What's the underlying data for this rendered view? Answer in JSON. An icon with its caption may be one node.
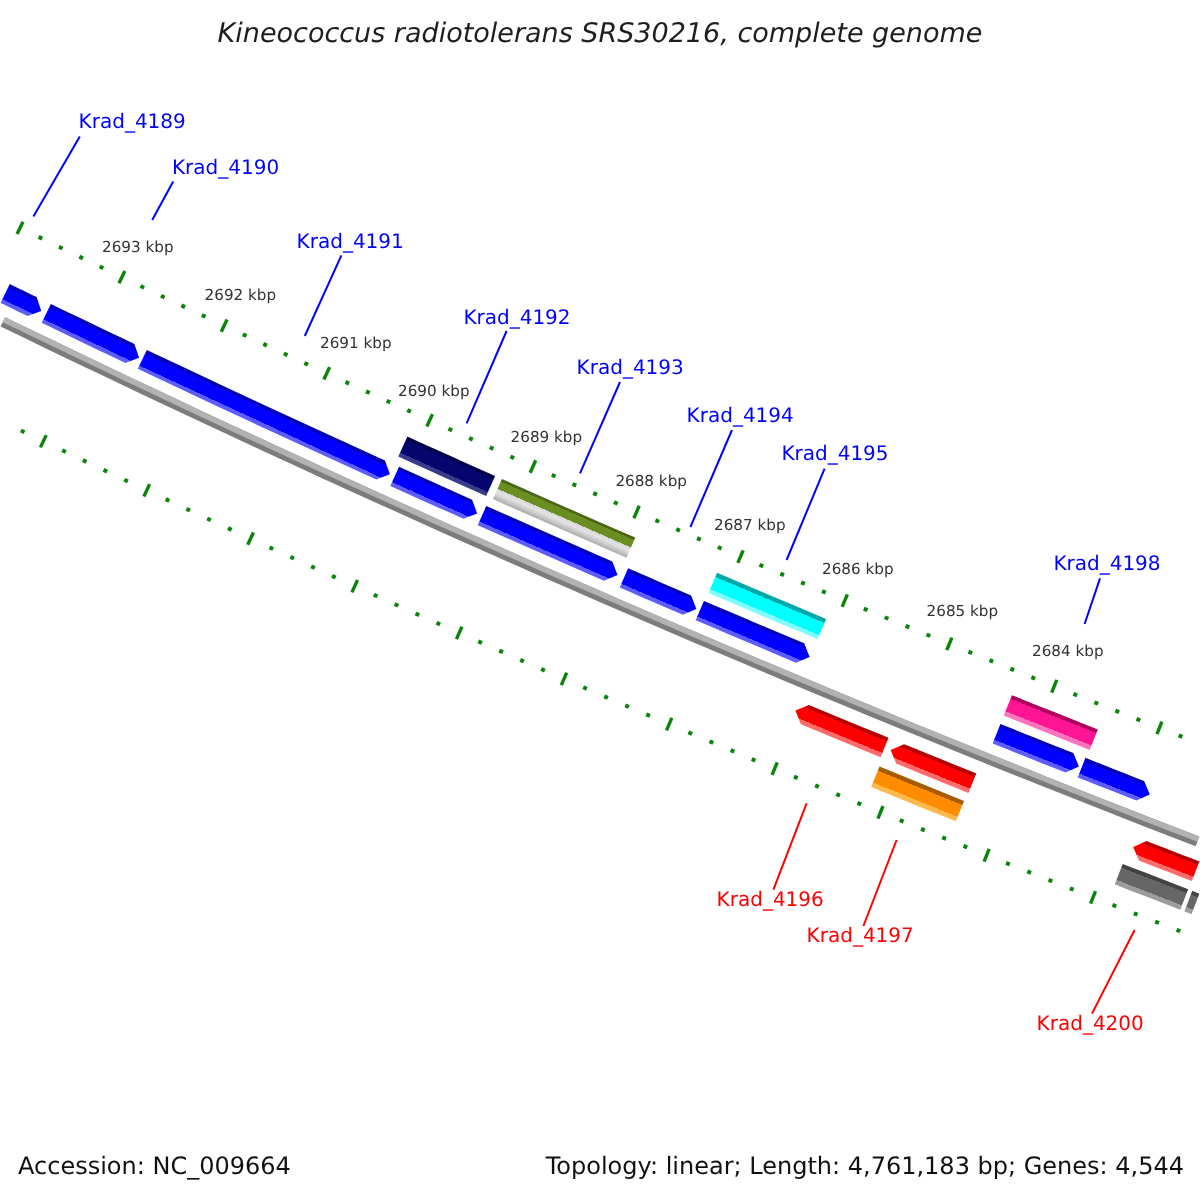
{
  "diagram": {
    "title": "Kineococcus radiotolerans SRS30216, complete genome",
    "nodes": [
      {
        "text": [
          "Krad_4189"
        ]
      },
      {
        "text": [
          "Krad_4190"
        ]
      },
      {
        "text": [
          "Krad_4191"
        ]
      },
      {
        "text": [
          "Krad_4192"
        ]
      },
      {
        "text": [
          "Krad_4193"
        ]
      },
      {
        "text": [
          "Krad_4194"
        ]
      },
      {
        "text": [
          "Krad_4195"
        ]
      },
      {
        "text": [
          "Krad_4196"
        ]
      },
      {
        "text": [
          "Krad_4197"
        ]
      },
      {
        "text": [
          "Krad_4198"
        ]
      },
      {
        "text": [
          "Krad_4200"
        ]
      }
    ],
    "edges": [
      {
        "from": 0,
        "to": null,
        "arrow": "none"
      },
      {
        "from": 1,
        "to": null,
        "arrow": "none"
      },
      {
        "from": 2,
        "to": null,
        "arrow": "none"
      },
      {
        "from": 3,
        "to": null,
        "arrow": "none"
      },
      {
        "from": 4,
        "to": null,
        "arrow": "none"
      },
      {
        "from": 5,
        "to": null,
        "arrow": "none"
      },
      {
        "from": 6,
        "to": null,
        "arrow": "none"
      },
      {
        "from": 7,
        "to": null,
        "arrow": "none",
        "color": "#ff0000"
      },
      {
        "from": 8,
        "to": null,
        "arrow": "none",
        "color": "#ff0000"
      },
      {
        "from": 9,
        "to": null,
        "arrow": "none"
      },
      {
        "from": 10,
        "to": null,
        "arrow": "none",
        "color": "#ff0000"
      }
    ],
    "labels": [
      "2693 kbp",
      "2692 kbp",
      "2691 kbp",
      "2690 kbp",
      "2689 kbp",
      "2688 kbp",
      "2687 kbp",
      "2686 kbp",
      "2685 kbp",
      "2684 kbp",
      "Accession: NC_009664",
      "Topology: linear; Length: 4,761,183 bp; Genes: 4,544"
    ]
  }
}
